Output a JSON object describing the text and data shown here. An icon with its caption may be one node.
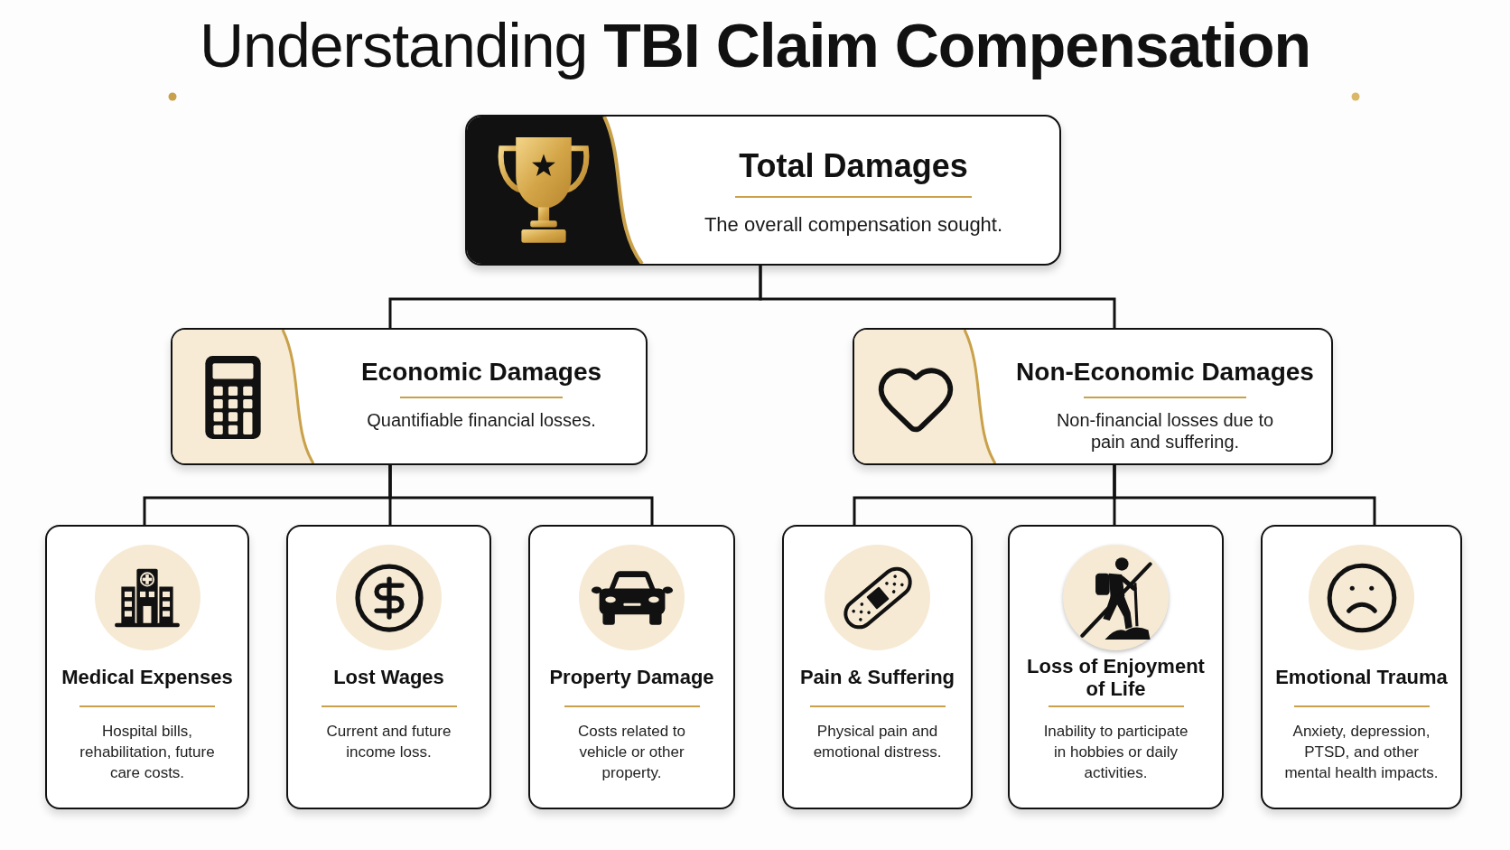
{
  "diagram": {
    "title": "Understanding **TBI Claim Compensation**",
    "nodes": [
      {
        "text": [
          "Total Damages",
          "The overall compensation sought."
        ]
      },
      {
        "text": [
          "Economic Damages",
          "Quantifiable financial losses."
        ]
      },
      {
        "text": [
          "Non-Economic Damages",
          "Non-financial losses due to pain and suffering."
        ]
      },
      {
        "text": [
          "Medical Expenses",
          "Hospital bills, rehabilitation, future care costs."
        ]
      },
      {
        "text": [
          "Lost Wages",
          "Current and future income loss."
        ]
      },
      {
        "text": [
          "Property Damage",
          "Costs related to vehicle or other property."
        ]
      },
      {
        "text": [
          "Pain & Suffering",
          "Physical pain and emotional distress."
        ]
      },
      {
        "text": [
          "Loss of Enjoyment of Life",
          "Inability to participate in hobbies or daily activities."
        ]
      },
      {
        "text": [
          "Emotional Trauma",
          "Anxiety, depression, PTSD, and other mental health impacts."
        ]
      }
    ],
    "edges": [
      {
        "from": 0,
        "to": 1,
        "arrow": "none"
      },
      {
        "from": 0,
        "to": 2,
        "arrow": "none"
      },
      {
        "from": 1,
        "to": 3,
        "arrow": "none"
      },
      {
        "from": 1,
        "to": 4,
        "arrow": "none"
      },
      {
        "from": 1,
        "to": 5,
        "arrow": "none"
      },
      {
        "from": 2,
        "to": 6,
        "arrow": "none"
      },
      {
        "from": 2,
        "to": 7,
        "arrow": "none"
      },
      {
        "from": 2,
        "to": 8,
        "arrow": "none"
      }
    ]
  }
}
